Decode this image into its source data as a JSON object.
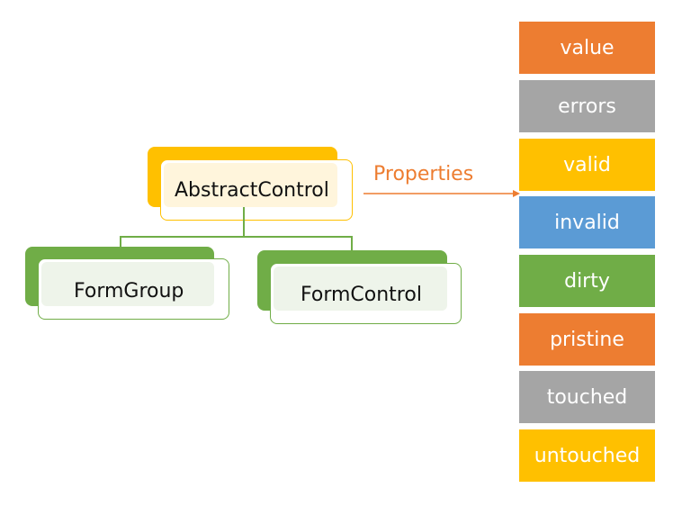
{
  "hierarchy": {
    "root": {
      "label": "AbstractControl",
      "color": "#ffc000"
    },
    "children": [
      {
        "label": "FormGroup",
        "color": "#70ad47"
      },
      {
        "label": "FormControl",
        "color": "#70ad47"
      }
    ]
  },
  "properties_arrow_label": "Properties",
  "properties": [
    {
      "label": "value",
      "color": "#ed7d31"
    },
    {
      "label": "errors",
      "color": "#a5a5a5"
    },
    {
      "label": "valid",
      "color": "#ffc000"
    },
    {
      "label": "invalid",
      "color": "#5b9bd5"
    },
    {
      "label": "dirty",
      "color": "#70ad47"
    },
    {
      "label": "pristine",
      "color": "#ed7d31"
    },
    {
      "label": "touched",
      "color": "#a5a5a5"
    },
    {
      "label": "untouched",
      "color": "#ffc000"
    }
  ]
}
